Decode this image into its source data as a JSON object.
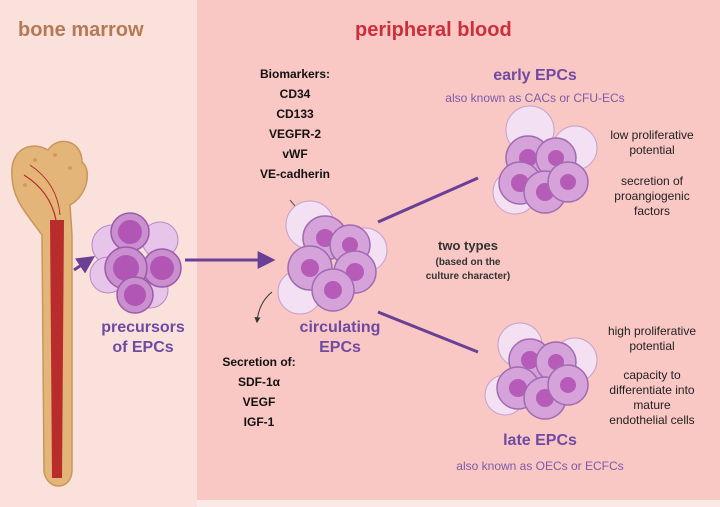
{
  "headers": {
    "bone_marrow": "bone marrow",
    "peripheral_blood": "peripheral blood"
  },
  "biomarkers": {
    "title": "Biomarkers:",
    "items": [
      "CD34",
      "CD133",
      "VEGFR-2",
      "vWF",
      "VE-cadherin"
    ]
  },
  "precursors": {
    "line1": "precursors",
    "line2": "of EPCs"
  },
  "circulating": {
    "line1": "circulating",
    "line2": "EPCs"
  },
  "secretion": {
    "title": "Secretion of:",
    "items": [
      "SDF-1α",
      "VEGF",
      "IGF-1"
    ]
  },
  "types": {
    "title": "two types",
    "note_line1": "(based on the",
    "note_line2": "culture character)"
  },
  "early": {
    "title": "early EPCs",
    "aka": "also known as CACs or CFU-ECs",
    "prop1": [
      "low proliferative",
      "potential"
    ],
    "prop2": [
      "secretion of",
      "proangiogenic",
      "factors"
    ]
  },
  "late": {
    "title": "late EPCs",
    "aka": "also known as OECs or ECFCs",
    "prop1": [
      "high proliferative",
      "potential"
    ],
    "prop2": [
      "capacity to",
      "differentiate into",
      "mature",
      "endothelial cells"
    ]
  },
  "colors": {
    "arrow": "#6a3f96",
    "cell_fill": "#d7a4dc",
    "cell_stroke": "#a56bb3",
    "nucleus": "#b860ba",
    "bone": "#e3b579",
    "header_bone": "#b47a55",
    "header_blood": "#cc2f3a"
  }
}
